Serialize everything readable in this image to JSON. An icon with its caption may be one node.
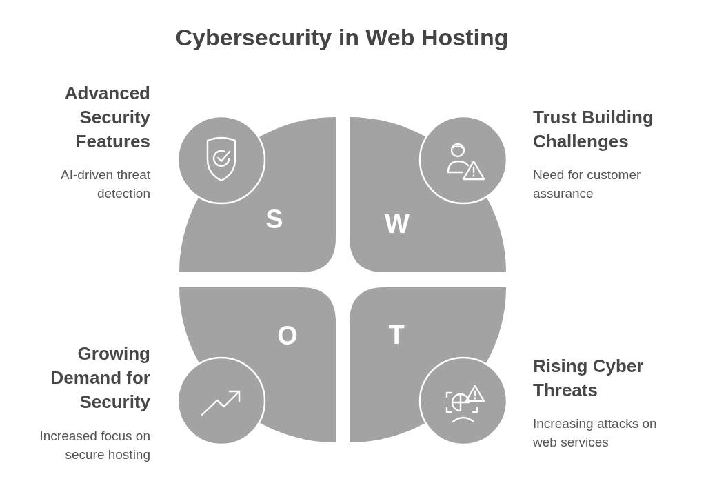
{
  "diagram": {
    "title": "Cybersecurity in Web Hosting",
    "nodes": [
      {
        "text": [
          "S"
        ],
        "beside": [
          "Advanced Security Features",
          "AI-driven threat detection"
        ]
      },
      {
        "text": [
          "W"
        ],
        "beside": [
          "Trust Building Challenges",
          "Need for customer assurance"
        ]
      },
      {
        "text": [
          "O"
        ],
        "beside": [
          "Growing Demand for Security",
          "Increased focus on secure hosting"
        ]
      },
      {
        "text": [
          "T"
        ],
        "beside": [
          "Rising Cyber Threats",
          "Increasing attacks on web services"
        ]
      }
    ]
  }
}
